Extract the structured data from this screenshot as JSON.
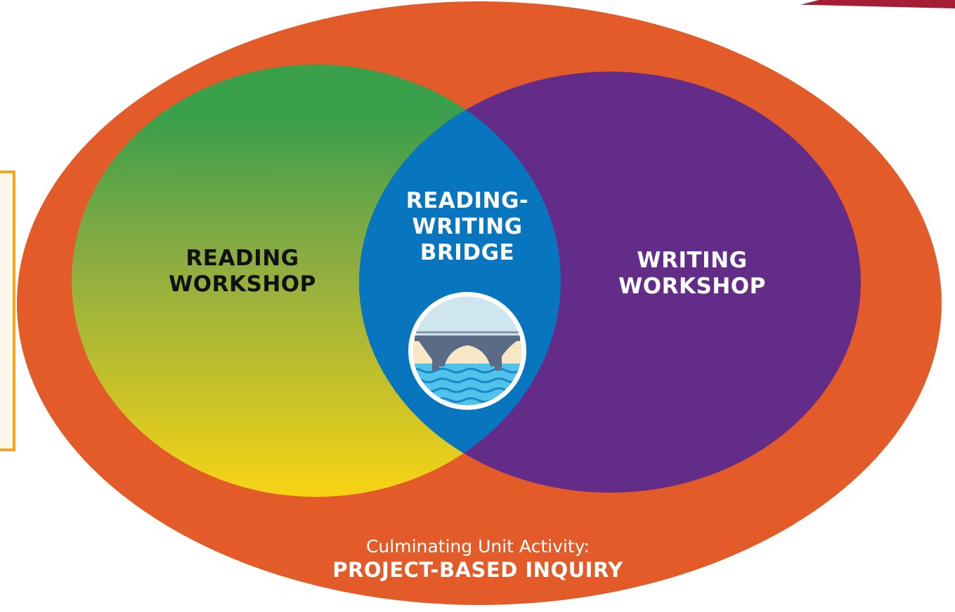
{
  "colors": {
    "outer": "#e35b28",
    "reading_top": "#3a9f4a",
    "reading_bottom": "#f7d414",
    "writing": "#642c89",
    "bridge": "#0876bf",
    "side_border": "#f4a51c",
    "corner": "#a51d36"
  },
  "diagram": {
    "reading": {
      "line1": "READING",
      "line2": "WORKSHOP"
    },
    "bridge": {
      "line1": "READING-",
      "line2": "WRITING",
      "line3": "BRIDGE",
      "icon": "bridge-icon"
    },
    "writing": {
      "line1": "WRITING",
      "line2": "WORKSHOP"
    },
    "outer": {
      "caption": "Culminating Unit Activity:",
      "title": "PROJECT-BASED INQUIRY"
    }
  }
}
